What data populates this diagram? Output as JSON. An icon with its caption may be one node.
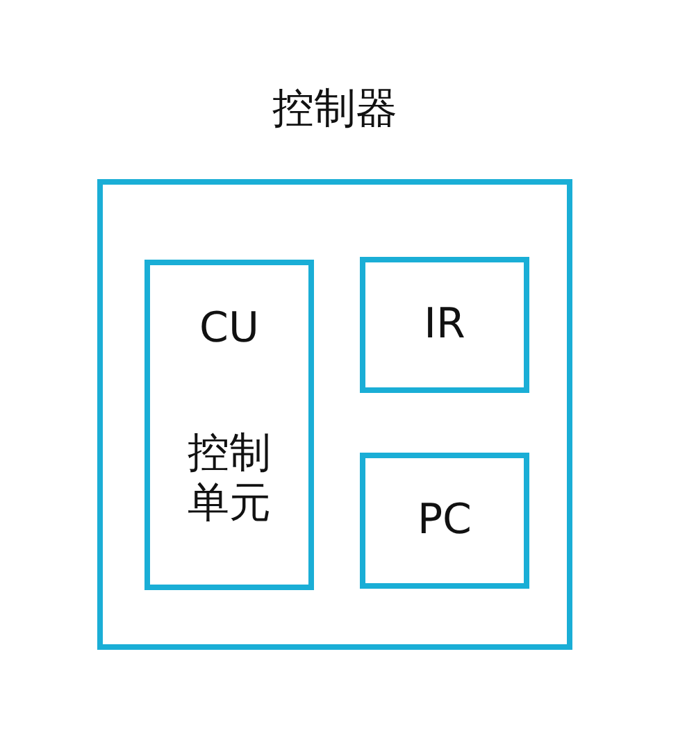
{
  "diagram": {
    "nodes": [
      {
        "text": [
          "控制器"
        ]
      },
      {
        "text": [
          "CU",
          "控制单元"
        ],
        "in": 0
      },
      {
        "text": [
          "IR"
        ],
        "in": 0
      },
      {
        "text": [
          "PC"
        ],
        "in": 0
      }
    ]
  }
}
